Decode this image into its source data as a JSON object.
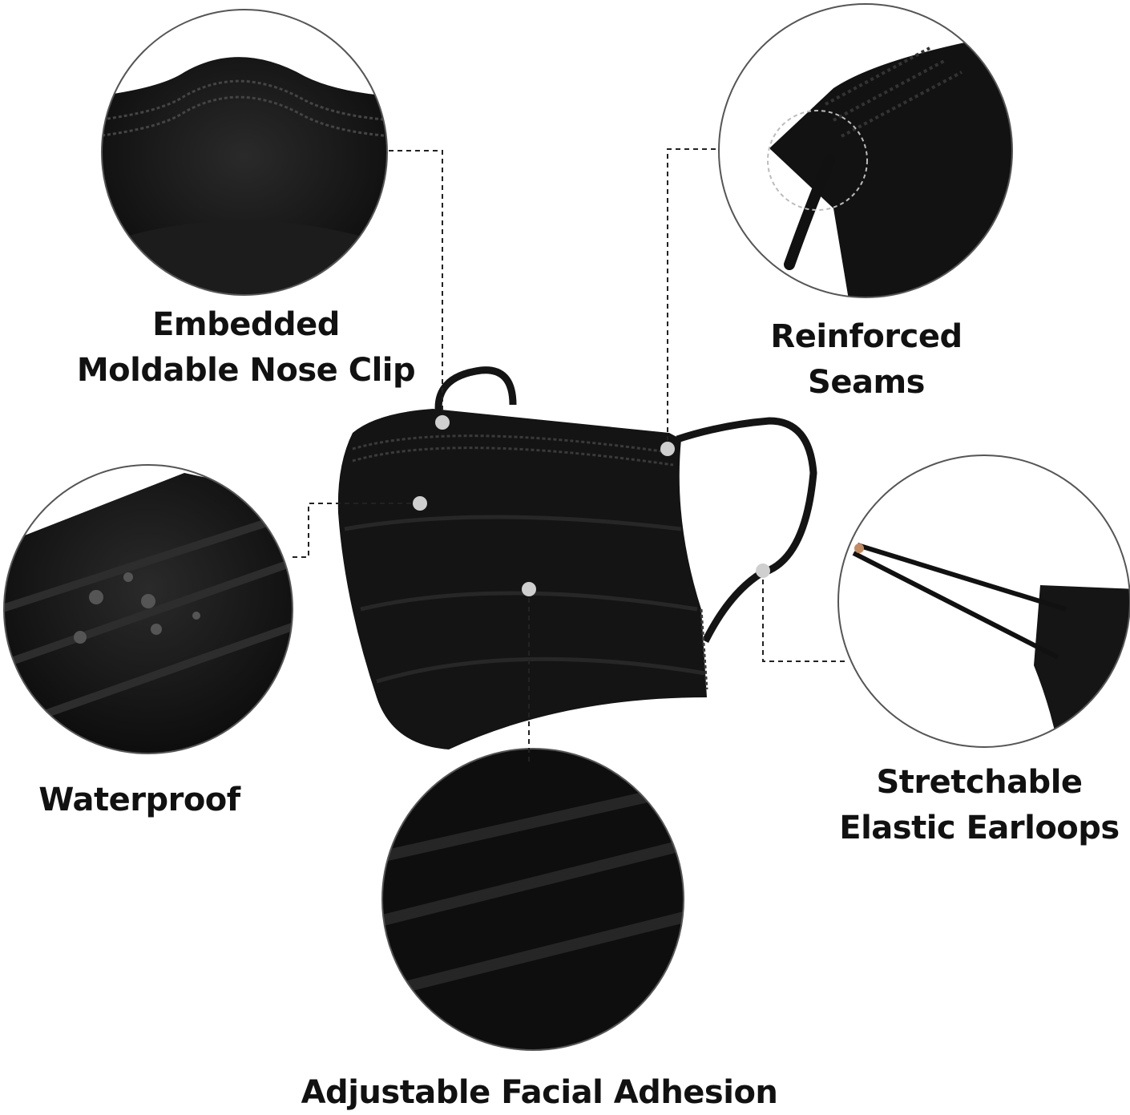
{
  "features": [
    {
      "id": "nose-clip",
      "lines": [
        "Embedded",
        "Moldable Nose Clip"
      ]
    },
    {
      "id": "seams",
      "lines": [
        "Reinforced",
        "Seams"
      ]
    },
    {
      "id": "waterproof",
      "lines": [
        "Waterproof"
      ]
    },
    {
      "id": "earloops",
      "lines": [
        "Stretchable",
        "Elastic Earloops"
      ]
    },
    {
      "id": "adhesion",
      "lines": [
        "Adjustable Facial Adhesion"
      ]
    }
  ],
  "colors": {
    "mask": "#141414",
    "circle_border": "#555555",
    "dot": "#cfcfcf",
    "text": "#111111"
  }
}
